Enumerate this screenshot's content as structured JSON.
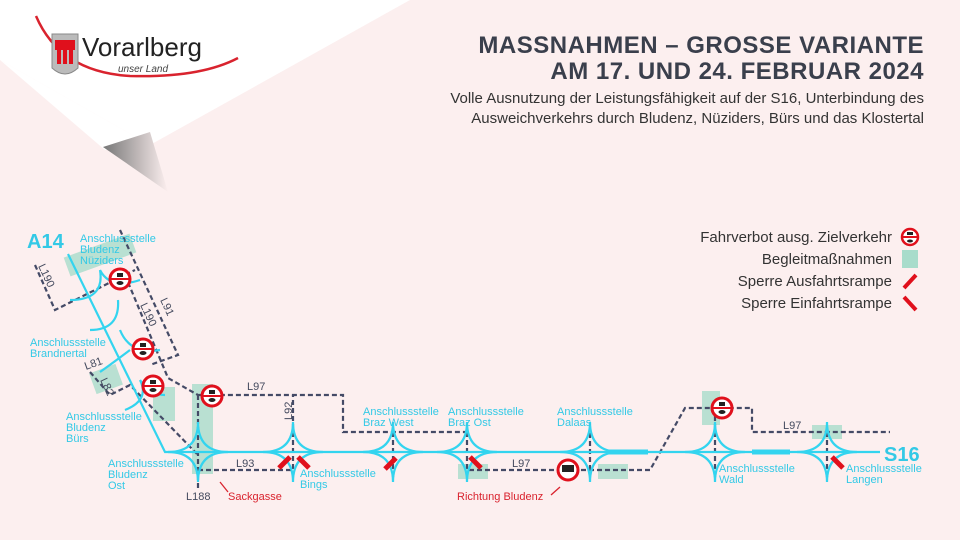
{
  "logo": {
    "name": "Vorarlberg",
    "tagline": "unser Land"
  },
  "header": {
    "title_line1": "MASSNAHMEN – GROSSE VARIANTE",
    "title_line2": "AM 17. UND 24. FEBRUAR 2024",
    "subtitle_line1": "Volle Ausnutzung der Leistungsfähigkeit auf der S16, Unterbindung des",
    "subtitle_line2": "Ausweichverkehrs durch Bludenz, Nüziders, Bürs und das Klostertal"
  },
  "legend": [
    {
      "label": "Fahrverbot ausg. Zielverkehr",
      "icon": "no-entry-sign-icon"
    },
    {
      "label": "Begleitmaßnahmen",
      "icon": "green-area-icon"
    },
    {
      "label": "Sperre Ausfahrtsrampe",
      "icon": "exit-ramp-closure-icon"
    },
    {
      "label": "Sperre Einfahrtsrampe",
      "icon": "entry-ramp-closure-icon"
    }
  ],
  "colors": {
    "highway": "#33d4ef",
    "road": "#444a66",
    "closure": "#e0101c",
    "measures": "#a8dccb"
  },
  "map": {
    "highways": {
      "start": "A14",
      "end": "S16"
    },
    "junctions": {
      "nueziders": [
        "Anschlussstelle",
        "Bludenz",
        "Nüziders"
      ],
      "brandnertal": [
        "Anschlussstelle",
        "Brandnertal"
      ],
      "buers": [
        "Anschlussstelle",
        "Bludenz",
        "Bürs"
      ],
      "ost": [
        "Anschlussstelle",
        "Bludenz",
        "Ost"
      ],
      "bings": [
        "Anschlussstelle",
        "Bings"
      ],
      "brazwest": [
        "Anschlussstelle",
        "Braz West"
      ],
      "brazost": [
        "Anschlussstelle",
        "Braz Ost"
      ],
      "dalaas": [
        "Anschlussstelle",
        "Dalaas"
      ],
      "wald": [
        "Anschlussstelle",
        "Wald"
      ],
      "langen": [
        "Anschlussstelle",
        "Langen"
      ]
    },
    "roads": {
      "l190a": "L190",
      "l190b": "L190",
      "l91": "L91",
      "l81": "L81",
      "l82": "L82",
      "l97a": "L97",
      "l92": "L92",
      "l93": "L93",
      "l188": "L188",
      "l97b": "L97",
      "l97c": "L97"
    },
    "notes": {
      "sackgasse": "Sackgasse",
      "richtung": "Richtung Bludenz"
    }
  }
}
